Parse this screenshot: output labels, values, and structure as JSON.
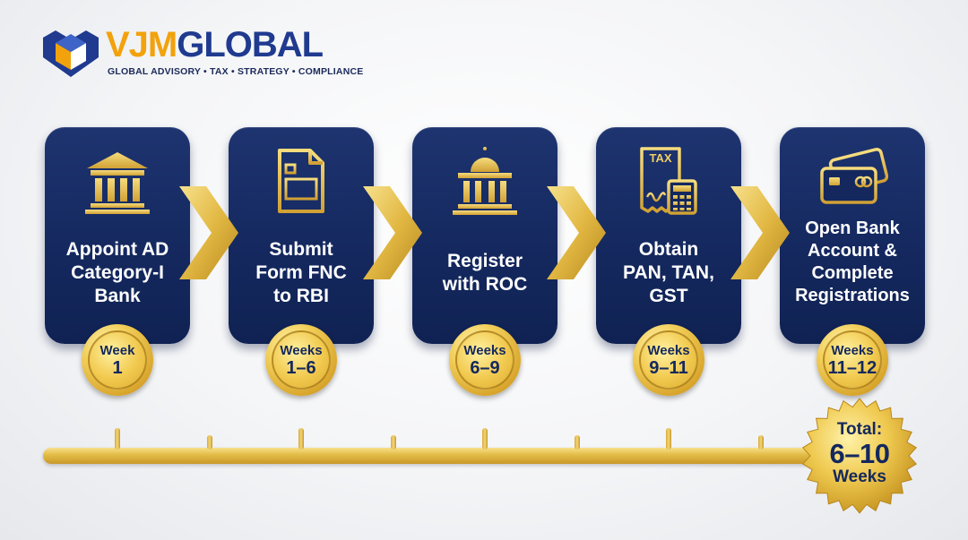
{
  "brand": {
    "name_part_a": "VJM",
    "name_part_b": "GLOBAL",
    "tagline": "GLOBAL ADVISORY • TAX • STRATEGY • COMPLIANCE"
  },
  "colors": {
    "navy": "#14285e",
    "gold": "#e2bb45",
    "brand_orange": "#f2a20c",
    "brand_blue": "#1f3a8f"
  },
  "steps": [
    {
      "icon": "bank-building-icon",
      "label_lines": [
        "Appoint AD",
        "Category-I",
        "Bank"
      ],
      "week_unit": "Week",
      "week_range": "1"
    },
    {
      "icon": "form-document-icon",
      "label_lines": [
        "Submit",
        "Form FNC",
        "to RBI"
      ],
      "week_unit": "Weeks",
      "week_range": "1–6"
    },
    {
      "icon": "government-building-icon",
      "label_lines": [
        "Register",
        "with ROC"
      ],
      "week_unit": "Weeks",
      "week_range": "6–9"
    },
    {
      "icon": "tax-calculator-icon",
      "label_lines": [
        "Obtain",
        "PAN, TAN,",
        "GST"
      ],
      "week_unit": "Weeks",
      "week_range": "9–11"
    },
    {
      "icon": "credit-cards-icon",
      "label_lines": [
        "Open Bank",
        "Account &",
        "Complete",
        "Registrations"
      ],
      "week_unit": "Weeks",
      "week_range": "11–12"
    }
  ],
  "tax_icon_text": "TAX",
  "total": {
    "label": "Total:",
    "value": "6–10",
    "unit": "Weeks"
  }
}
